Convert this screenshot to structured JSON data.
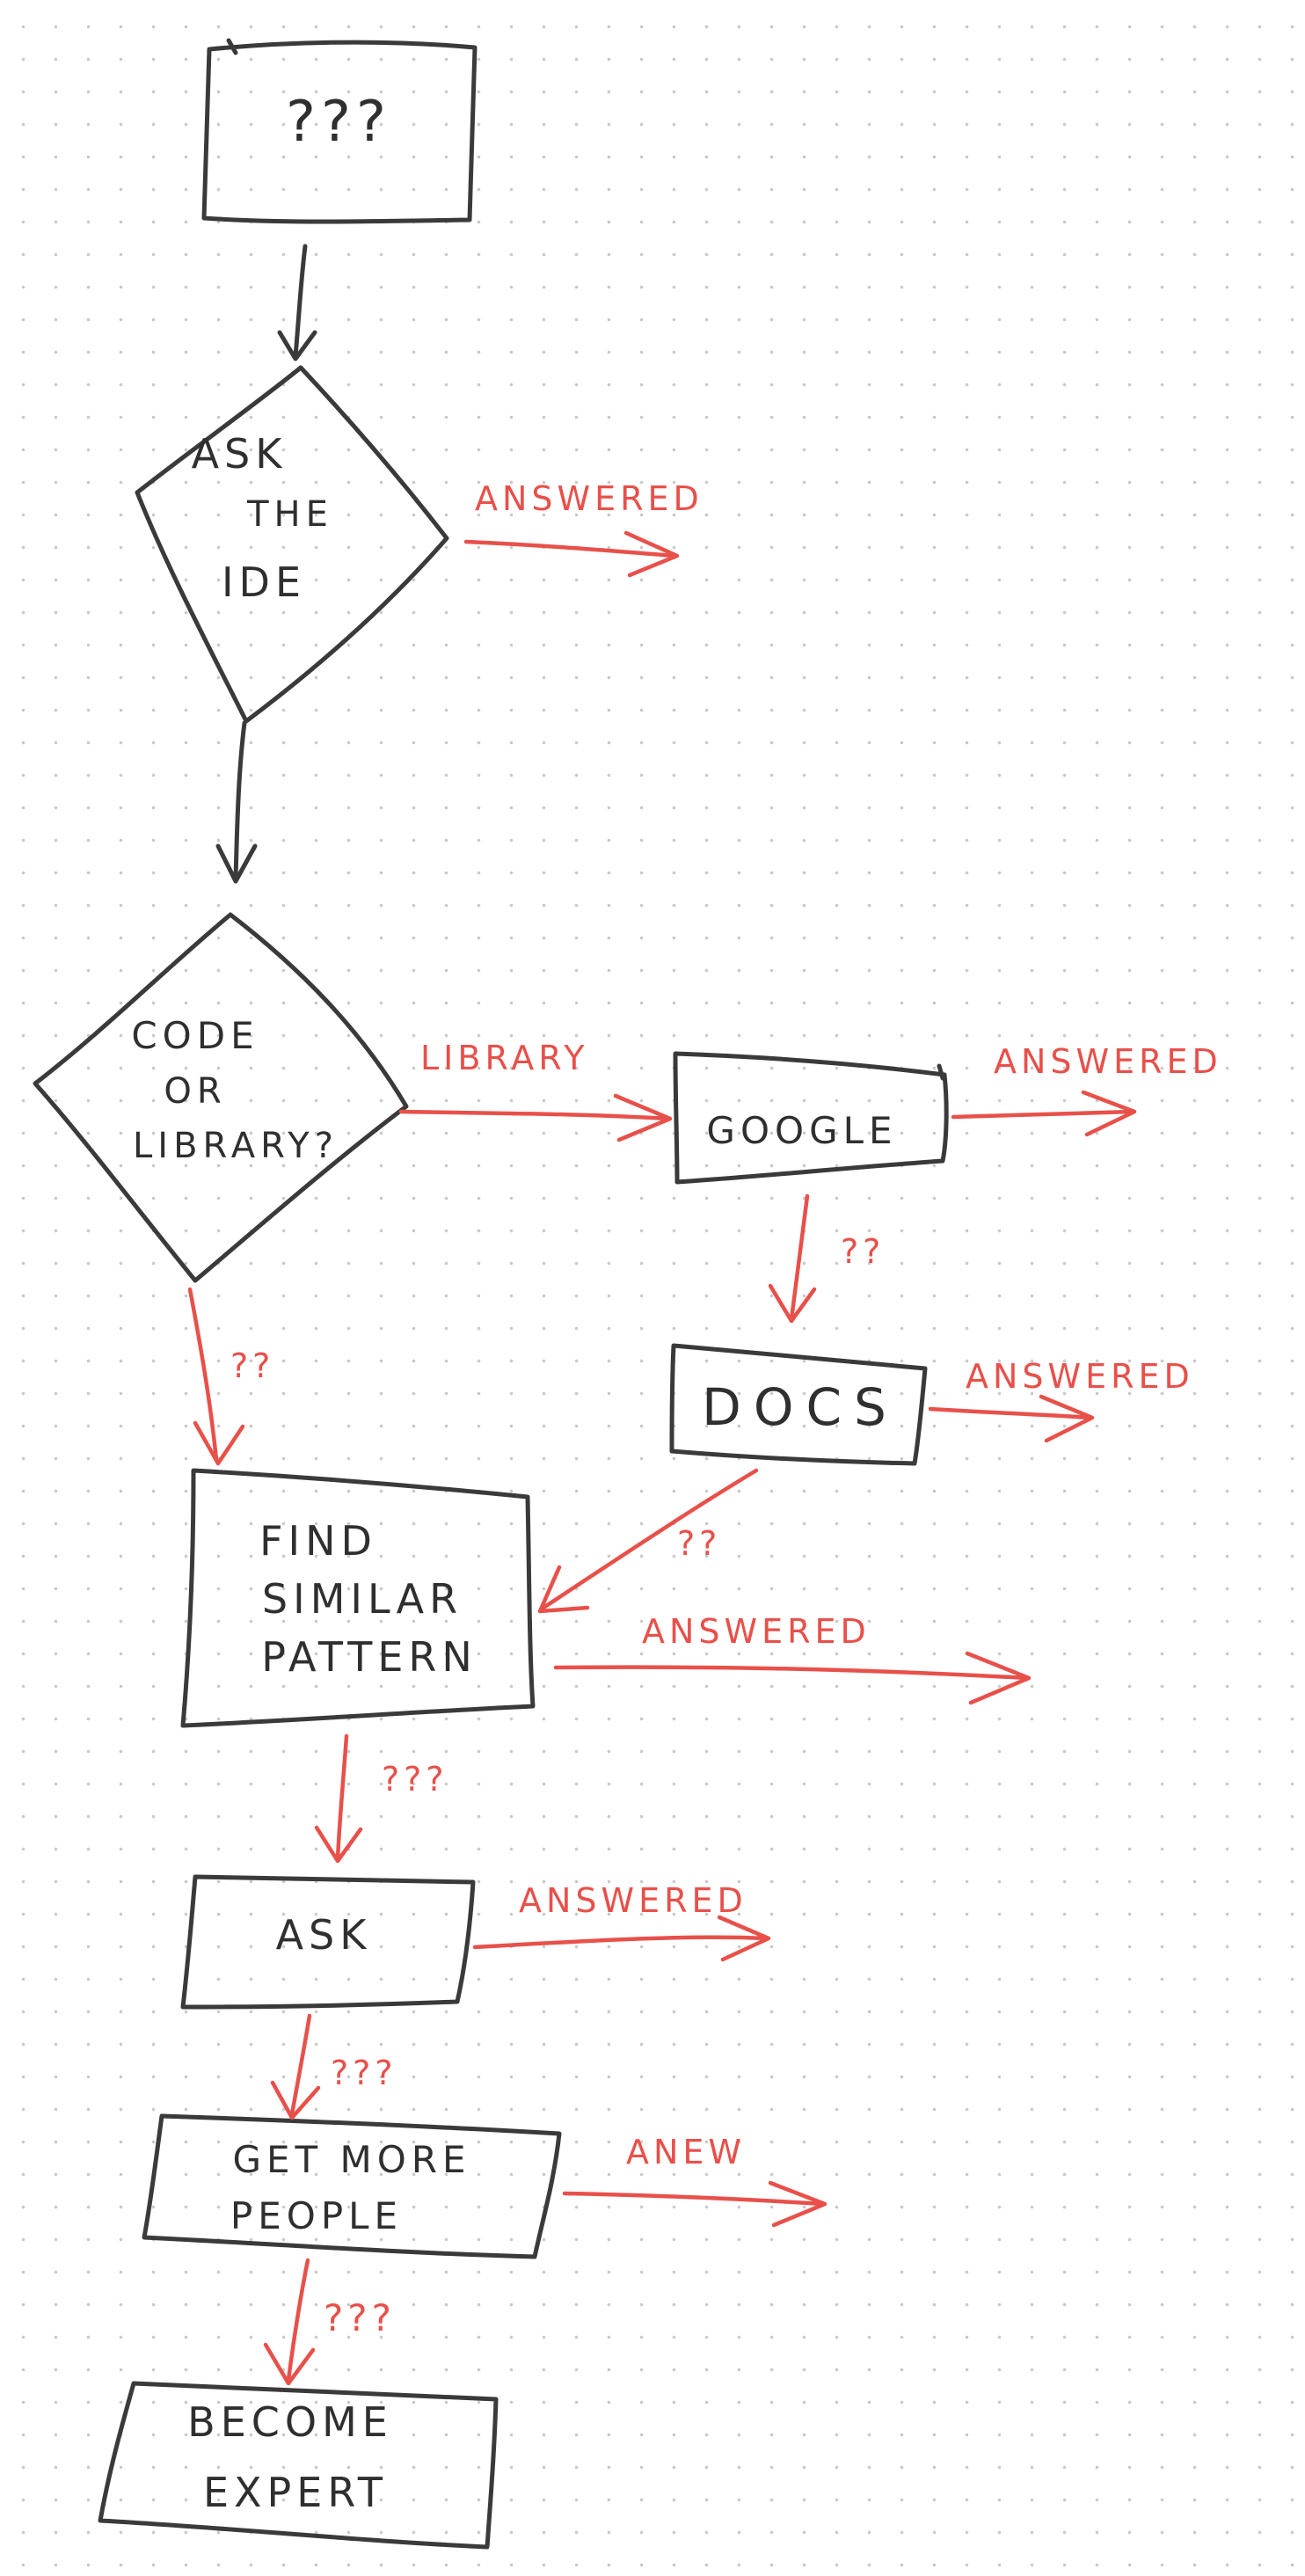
{
  "colors": {
    "ink": "#3a3a3a",
    "accent": "#e8504a",
    "grid_dot": "#c9c9c9",
    "background": "#ffffff"
  },
  "nodes": {
    "start": {
      "lines": [
        "???"
      ]
    },
    "ask_ide": {
      "lines": [
        "ASK",
        "THE",
        "IDE"
      ]
    },
    "code_or_library": {
      "lines": [
        "CODE",
        "OR",
        "LIBRARY?"
      ]
    },
    "google": {
      "lines": [
        "GOOGLE"
      ]
    },
    "docs": {
      "lines": [
        "DOCS"
      ]
    },
    "find_pattern": {
      "lines": [
        "FIND",
        "SIMILAR",
        "PATTERN"
      ]
    },
    "ask": {
      "lines": [
        "ASK"
      ]
    },
    "get_more_people": {
      "lines": [
        "GET MORE",
        "PEOPLE"
      ]
    },
    "become_expert": {
      "lines": [
        "BECOME",
        "EXPERT"
      ]
    }
  },
  "edges": {
    "ide_answered": {
      "label": "ANSWERED"
    },
    "library": {
      "label": "LIBRARY"
    },
    "google_answered": {
      "label": "ANSWERED"
    },
    "google_docs": {
      "label": "??"
    },
    "code_unknown": {
      "label": "??"
    },
    "docs_answered": {
      "label": "ANSWERED"
    },
    "docs_pattern": {
      "label": "??"
    },
    "pattern_answered": {
      "label": "ANSWERED"
    },
    "pattern_ask": {
      "label": "???"
    },
    "ask_answered": {
      "label": "ANSWERED"
    },
    "ask_more": {
      "label": "???"
    },
    "more_anew": {
      "label": "ANEW"
    },
    "more_expert": {
      "label": "???"
    }
  }
}
